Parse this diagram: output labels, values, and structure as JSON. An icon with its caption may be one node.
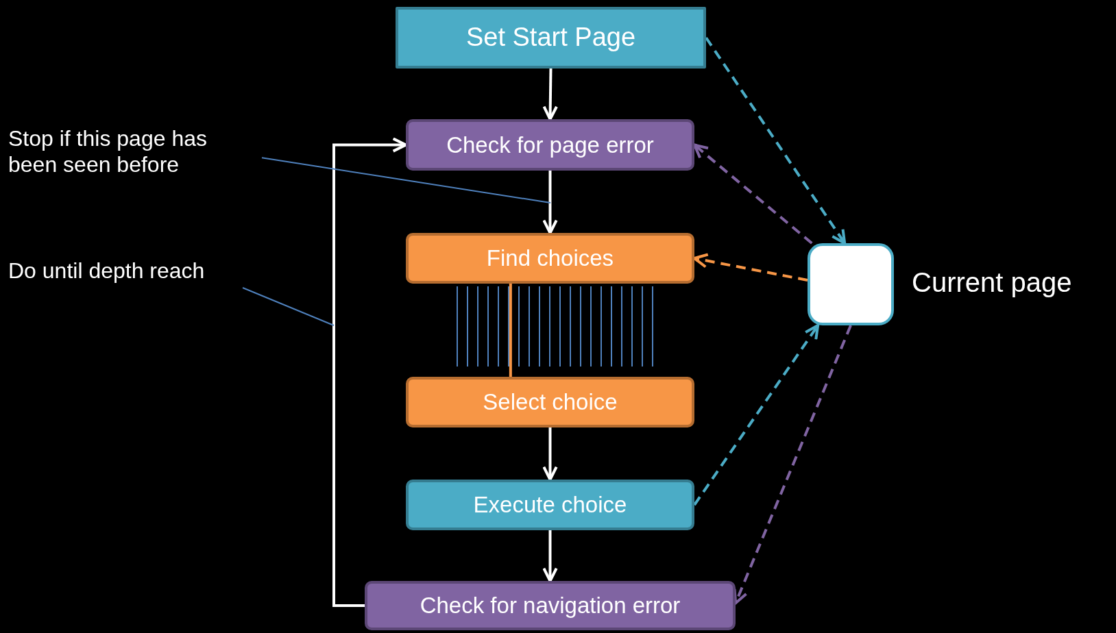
{
  "diagram": {
    "nodes": [
      {
        "text": [
          "Set Start Page"
        ]
      },
      {
        "text": [
          "Check for page error"
        ]
      },
      {
        "text": [
          "Find choices"
        ]
      },
      {
        "text": [
          "Select choice"
        ]
      },
      {
        "text": [
          "Execute choice"
        ]
      },
      {
        "text": [
          "Check for navigation error"
        ]
      },
      {
        "text": [],
        "shape": "box",
        "beside": [
          "Current page"
        ]
      },
      {
        "text": [
          "Stop if this page has been seen before"
        ]
      },
      {
        "text": [
          "Do until depth reach"
        ]
      }
    ],
    "edges": [
      {
        "from": 0,
        "to": 1,
        "arrow": "to"
      },
      {
        "from": 1,
        "to": 2,
        "arrow": "to"
      },
      {
        "from": 2,
        "to": 3,
        "arrow": "none",
        "color": "#f79646"
      },
      {
        "from": 3,
        "to": 4,
        "arrow": "to"
      },
      {
        "from": 4,
        "to": 5,
        "arrow": "to"
      },
      {
        "from": 5,
        "to": 1,
        "arrow": "to"
      },
      {
        "from": 0,
        "to": 6,
        "arrow": "to",
        "style": "dashed",
        "color": "#4bacc6"
      },
      {
        "from": 6,
        "to": 1,
        "arrow": "to",
        "style": "dashed",
        "color": "#8064a2"
      },
      {
        "from": 6,
        "to": 2,
        "arrow": "to",
        "style": "dashed",
        "color": "#f79646"
      },
      {
        "from": 4,
        "to": 6,
        "arrow": "to",
        "style": "dashed",
        "color": "#4bacc6"
      },
      {
        "from": 6,
        "to": 5,
        "arrow": "to",
        "style": "dashed",
        "color": "#8064a2"
      },
      {
        "from": 7,
        "to": null,
        "arrow": "none",
        "color": "#4f81bd"
      },
      {
        "from": 8,
        "to": null,
        "arrow": "none",
        "color": "#4f81bd"
      }
    ]
  }
}
